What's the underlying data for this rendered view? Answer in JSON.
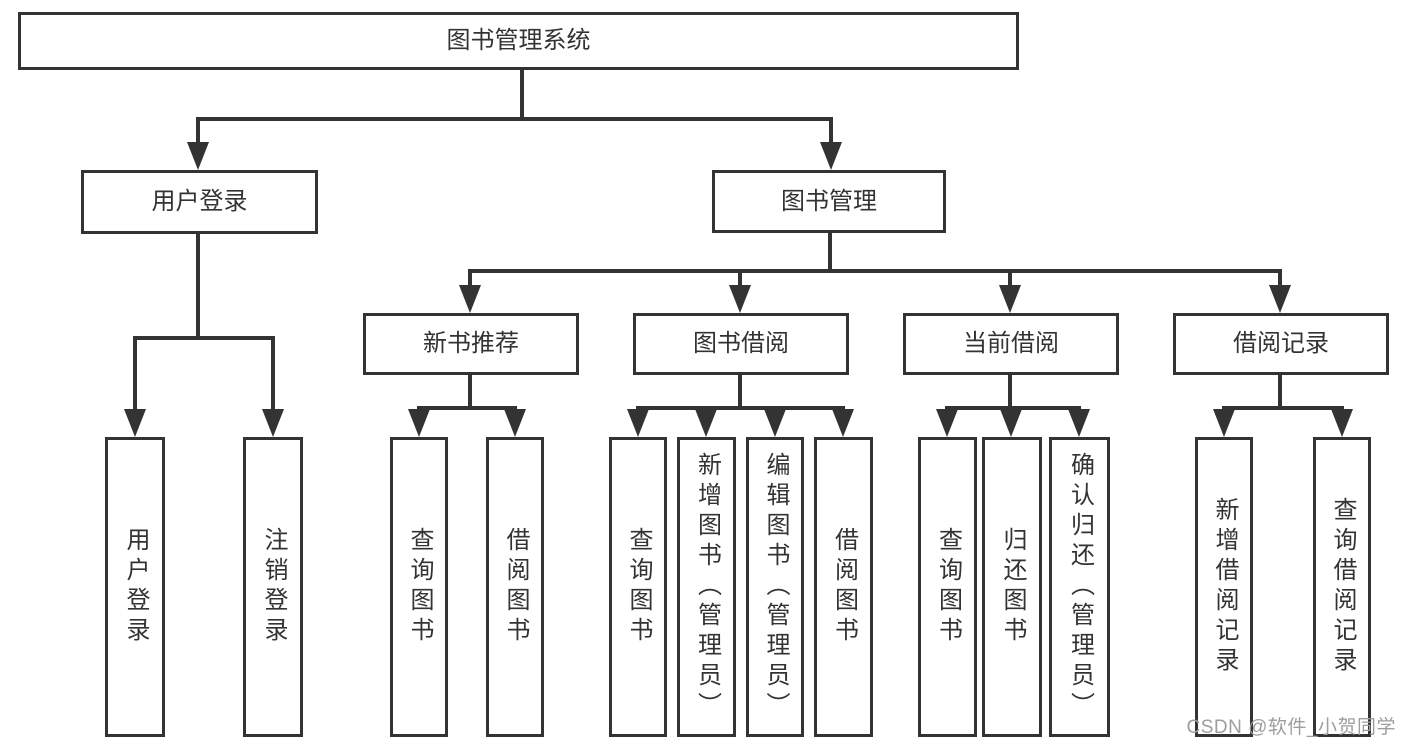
{
  "diagram": {
    "root": {
      "label": "图书管理系统"
    },
    "branches": [
      {
        "label": "用户登录",
        "children": [
          {
            "label": "用户登录"
          },
          {
            "label": "注销登录"
          }
        ]
      },
      {
        "label": "图书管理",
        "children": [
          {
            "label": "新书推荐",
            "children": [
              {
                "label": "查询图书"
              },
              {
                "label": "借阅图书"
              }
            ]
          },
          {
            "label": "图书借阅",
            "children": [
              {
                "label": "查询图书"
              },
              {
                "label": "新增图书（管理员）"
              },
              {
                "label": "编辑图书（管理员）"
              },
              {
                "label": "借阅图书"
              }
            ]
          },
          {
            "label": "当前借阅",
            "children": [
              {
                "label": "查询图书"
              },
              {
                "label": "归还图书"
              },
              {
                "label": "确认归还（管理员）"
              }
            ]
          },
          {
            "label": "借阅记录",
            "children": [
              {
                "label": "新增借阅记录"
              },
              {
                "label": "查询借阅记录"
              }
            ]
          }
        ]
      }
    ]
  },
  "colors": {
    "line": "#333333",
    "text": "#333333",
    "watermark": "#9e9e9e",
    "background": "#ffffff"
  },
  "watermark": {
    "text": "CSDN @软件_小贺同学"
  }
}
